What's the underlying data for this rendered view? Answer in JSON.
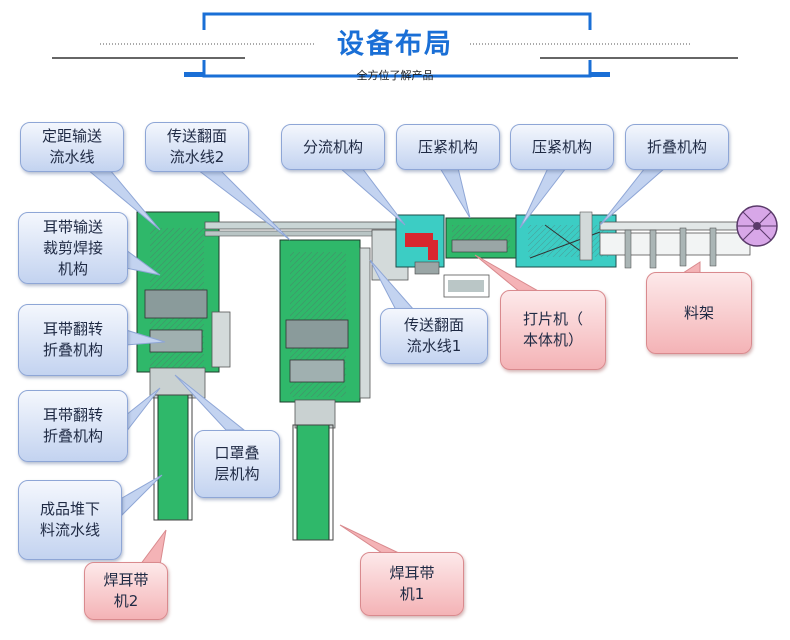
{
  "header": {
    "title": "设备布局",
    "subtitle": "全方位了解产品"
  },
  "callouts": {
    "dingju": "定距输送\n流水线",
    "chuansong2": "传送翻面\n流水线2",
    "fenliu": "分流机构",
    "yajin1": "压紧机构",
    "yajin2": "压紧机构",
    "zhedie": "折叠机构",
    "erdai_caijian": "耳带输送\n裁剪焊接\n机构",
    "erdai_fanzhuan1": "耳带翻转\n折叠机构",
    "erdai_fanzhuan2": "耳带翻转\n折叠机构",
    "kouzhao_diecen": "口罩叠\n层机构",
    "chengpin": "成品堆下\n料流水线",
    "chuansong1": "传送翻面\n流水线1",
    "dapian": "打片机（\n本体机）",
    "liaojia": "料架",
    "handai2": "焊耳带\n机2",
    "handai1": "焊耳带\n机1"
  },
  "colors": {
    "accent_blue": "#1a6fd6",
    "machine_green": "#2fb86a",
    "machine_cyan": "#3ccdc4",
    "machine_red": "#d8262e",
    "callout_blue": "#c3d3f0",
    "callout_red": "#f4b3b6"
  }
}
